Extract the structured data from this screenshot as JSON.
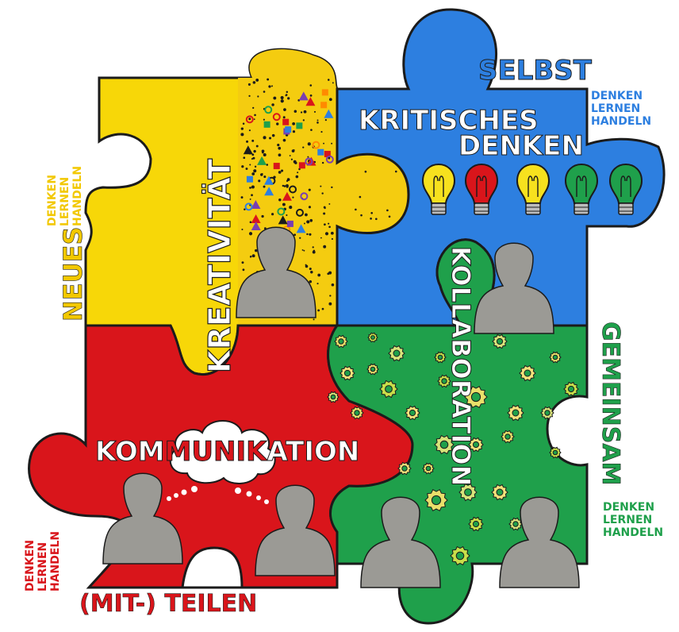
{
  "colors": {
    "yellow": "#f7d708",
    "blue": "#2d7fe0",
    "red": "#d9151b",
    "green": "#1fa04b",
    "silhouette": "#9b9a95",
    "outline": "#1b1b1b",
    "yellow_text": "#f2c800",
    "blue_text": "#2d7fe0",
    "red_text": "#d9151b",
    "green_text": "#1fa04b"
  },
  "pieces": {
    "kreativitaet": {
      "label": "KREATIVITÄT"
    },
    "kritisches": {
      "line1": "KRITISCHES",
      "line2": "DENKEN"
    },
    "kollaboration": {
      "label": "KOLLABORATION"
    },
    "kommunikation": {
      "part1": "KOM",
      "part2": "MUNIK",
      "part3": "ATION"
    }
  },
  "side_labels": {
    "selbst": "SELBST",
    "neues": "NEUES",
    "gemeinsam": "GEMEINSAM",
    "mit_teilen": "(MIT-) TEILEN"
  },
  "triads": {
    "blue": [
      "DENKEN",
      "LERNEN",
      "HANDELN"
    ],
    "yellow": [
      "DENKEN",
      "LERNEN",
      "HANDELN"
    ],
    "green": [
      "DENKEN",
      "LERNEN",
      "HANDELN"
    ],
    "red": [
      "DENKEN",
      "LERNEN",
      "HANDELN"
    ]
  },
  "icons": {
    "bulbs": [
      "yellow",
      "red",
      "yellow",
      "green",
      "green"
    ],
    "gears": "gear-icon",
    "people": "person-silhouette-icon",
    "cloud": "speech-cloud-icon"
  }
}
